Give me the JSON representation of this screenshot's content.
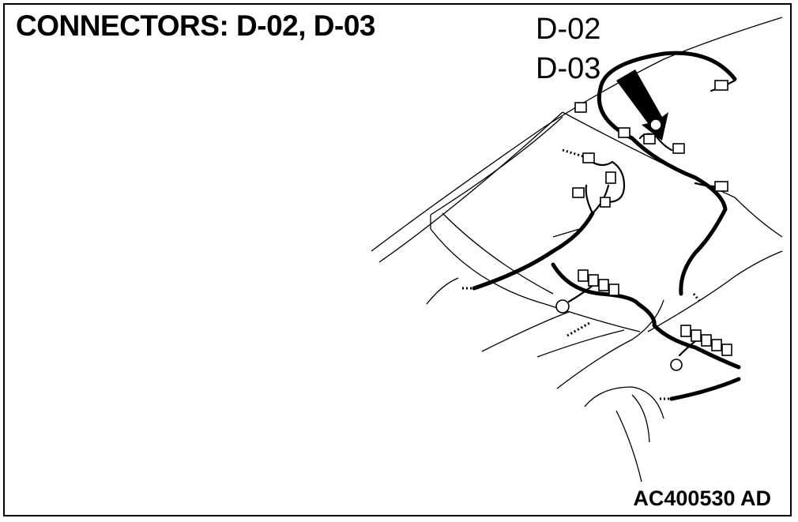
{
  "diagram": {
    "title": "CONNECTORS: D-02, D-03",
    "callouts": [
      "D-02",
      "D-03"
    ],
    "figure_id": "AC400530 AD"
  }
}
